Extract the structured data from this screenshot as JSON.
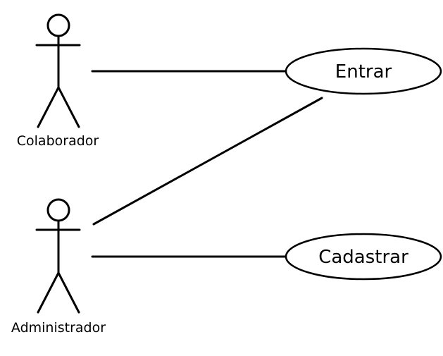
{
  "diagram": {
    "actors": [
      {
        "id": "colaborador",
        "label": "Colaborador"
      },
      {
        "id": "administrador",
        "label": "Administrador"
      }
    ],
    "use_cases": [
      {
        "id": "entrar",
        "label": "Entrar"
      },
      {
        "id": "cadastrar",
        "label": "Cadastrar"
      }
    ],
    "associations": [
      {
        "from": "colaborador",
        "to": "entrar"
      },
      {
        "from": "administrador",
        "to": "entrar"
      },
      {
        "from": "administrador",
        "to": "cadastrar"
      }
    ]
  }
}
